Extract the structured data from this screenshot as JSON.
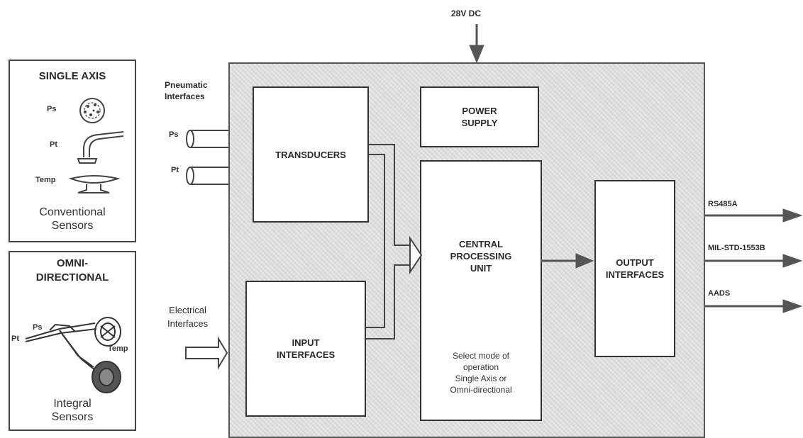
{
  "diagram": {
    "power_input": "28V DC",
    "pneumatic_label": "Pneumatic\nInterfaces",
    "ps_label": "Ps",
    "pt_label": "Pt",
    "electrical_label": "Electrical\nInterfaces",
    "blocks": {
      "transducers": "TRANSDUCERS",
      "power_supply": "POWER\nSUPPLY",
      "cpu": "CENTRAL\nPROCESSING\nUNIT",
      "cpu_note": "Select mode of\noperation\nSingle Axis or\nOmni-directional",
      "input_interfaces": "INPUT\nINTERFACES",
      "output_interfaces": "OUTPUT\nINTERFACES"
    },
    "outputs": [
      "RS485A",
      "MIL-STD-1553B",
      "AADS"
    ]
  },
  "single_axis_panel": {
    "title": "SINGLE AXIS",
    "ps": "Ps",
    "pt": "Pt",
    "temp": "Temp",
    "footer": "Conventional\nSensors"
  },
  "omni_panel": {
    "title": "OMNI-\nDIRECTIONAL",
    "ps": "Ps",
    "pt": "Pt",
    "temp": "Temp",
    "footer": "Integral\nSensors"
  }
}
